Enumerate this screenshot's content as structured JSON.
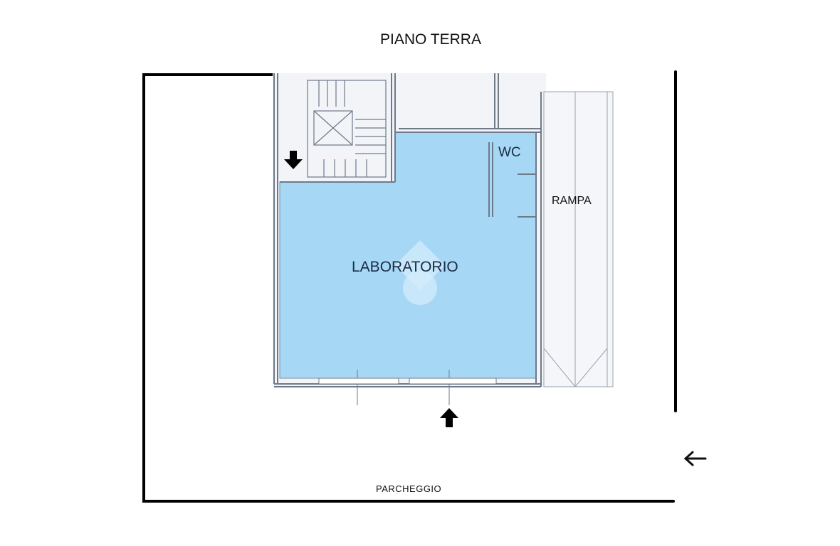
{
  "floor_title": "PIANO TERRA",
  "rooms": {
    "main": "LABORATORIO",
    "wc": "WC",
    "ramp": "RAMPA",
    "parking": "PARCHEGGIO"
  },
  "icons": {
    "entrance_arrows": [
      "arrow-down-icon",
      "arrow-up-icon"
    ],
    "access_arrow": "arrow-left-icon",
    "watermark": "watermark-logo-icon"
  },
  "colors": {
    "room_fill": "#a6d8f6",
    "wall": "#6e7a8a",
    "plan_bg": "#f2f4f8",
    "site_line": "#000000"
  }
}
